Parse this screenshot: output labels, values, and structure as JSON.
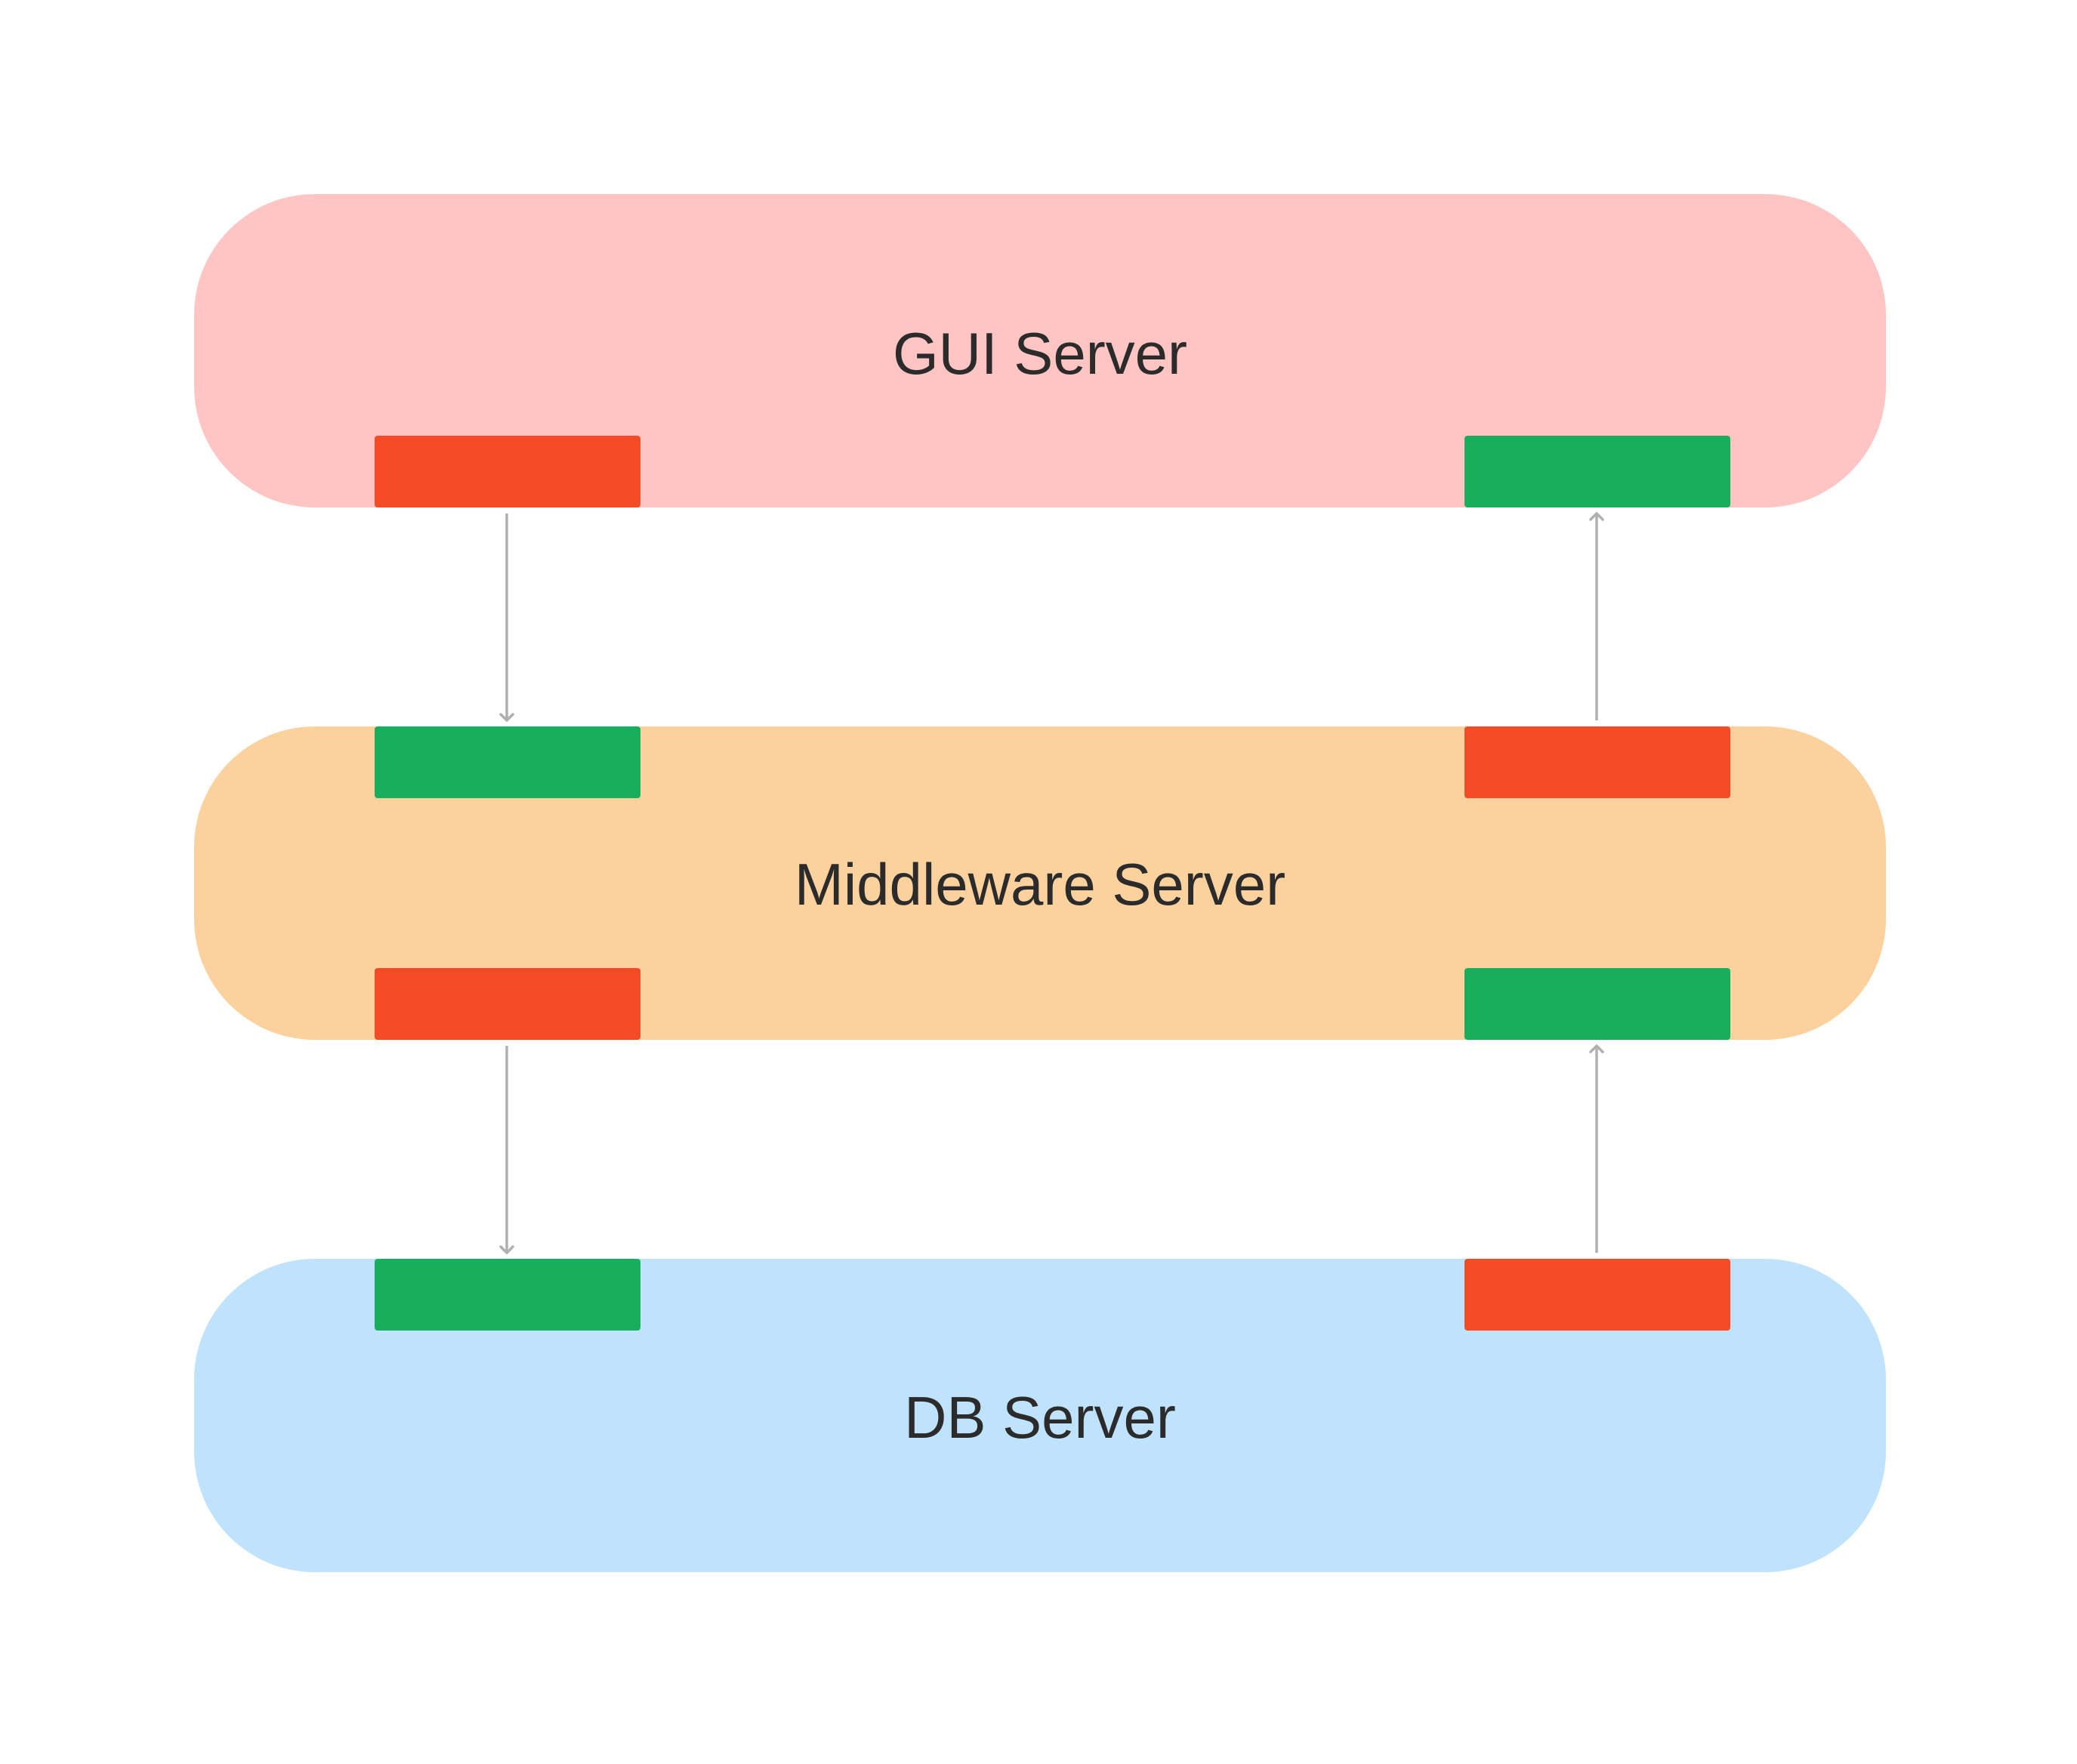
{
  "colors": {
    "background": "#ffffff",
    "gui_fill": "#fec5c3",
    "middleware_fill": "#fbd19e",
    "db_fill": "#bfe3fd",
    "outbound_port": "#f24b25",
    "inbound_port": "#17ae5d",
    "arrow": "#b0b0b0",
    "label_text": "#2b2b2b"
  },
  "nodes": [
    {
      "id": "gui",
      "label": "GUI Server"
    },
    {
      "id": "middleware",
      "label": "Middleware Server"
    },
    {
      "id": "db",
      "label": "DB Server"
    }
  ],
  "edges": [
    {
      "from": "gui",
      "to": "middleware",
      "direction": "down",
      "side": "left"
    },
    {
      "from": "middleware",
      "to": "db",
      "direction": "down",
      "side": "left"
    },
    {
      "from": "db",
      "to": "middleware",
      "direction": "up",
      "side": "right"
    },
    {
      "from": "middleware",
      "to": "gui",
      "direction": "up",
      "side": "right"
    }
  ]
}
